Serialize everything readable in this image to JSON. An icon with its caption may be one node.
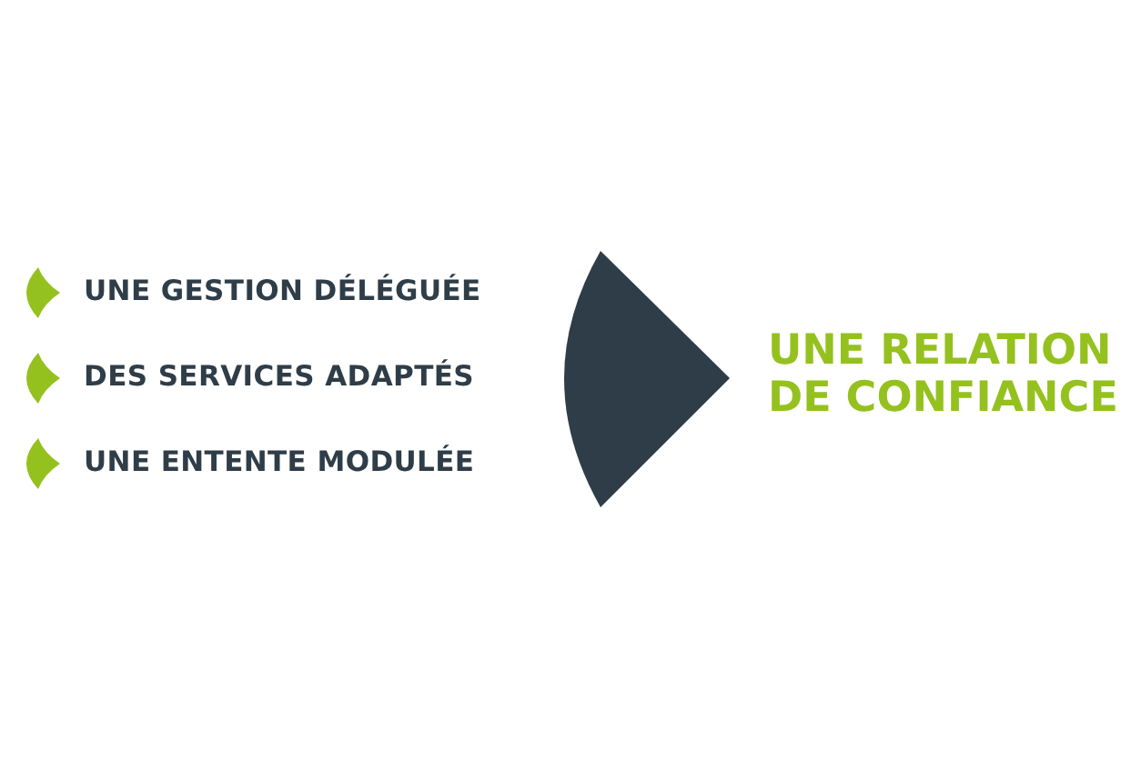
{
  "diagram": {
    "nodes": [
      {
        "text": [],
        "shape": "wedge"
      }
    ],
    "labels": [
      "UNE GESTION DÉLÉGUÉE",
      "DES SERVICES ADAPTÉS",
      "UNE ENTENTE MODULÉE",
      "UNE RELATION DE CONFIANCE"
    ]
  }
}
